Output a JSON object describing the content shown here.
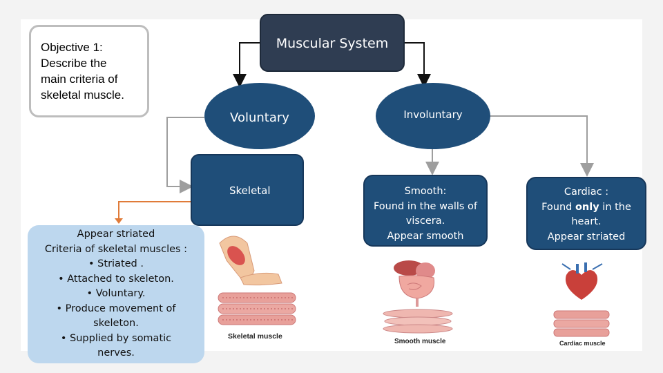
{
  "objective": {
    "text_lines": [
      "Objective 1:",
      "Describe the",
      "main criteria of",
      "skeletal muscle."
    ]
  },
  "title": "Muscular System",
  "branches": {
    "voluntary": "Voluntary",
    "involuntary": "Involuntary"
  },
  "types": {
    "skeletal": "Skeletal",
    "smooth": {
      "lines": [
        "Smooth:",
        "Found in the walls of",
        "viscera.",
        "Appear smooth"
      ]
    },
    "cardiac": {
      "lines": [
        "Cardiac :",
        "Found only in the",
        "heart.",
        "Appear striated"
      ],
      "bold_word": "only"
    }
  },
  "criteria": {
    "lines": [
      "Appear striated",
      "Criteria of skeletal muscles :",
      "•  Striated .",
      "•  Attached to skeleton.",
      "•  Voluntary.",
      "•  Produce movement of",
      "skeleton.",
      "•  Supplied by somatic",
      "nerves."
    ]
  },
  "image_captions": {
    "skeletal": "Skeletal muscle",
    "smooth": "Smooth muscle",
    "cardiac": "Cardiac muscle"
  },
  "colors": {
    "title_bg": "#2f3d52",
    "node_blue": "#1f4e79",
    "criteria_bg": "#bdd7ee",
    "connector_gray": "#9e9e9e",
    "connector_orange": "#e07b39",
    "muscle_pink": "#e8a09a"
  }
}
